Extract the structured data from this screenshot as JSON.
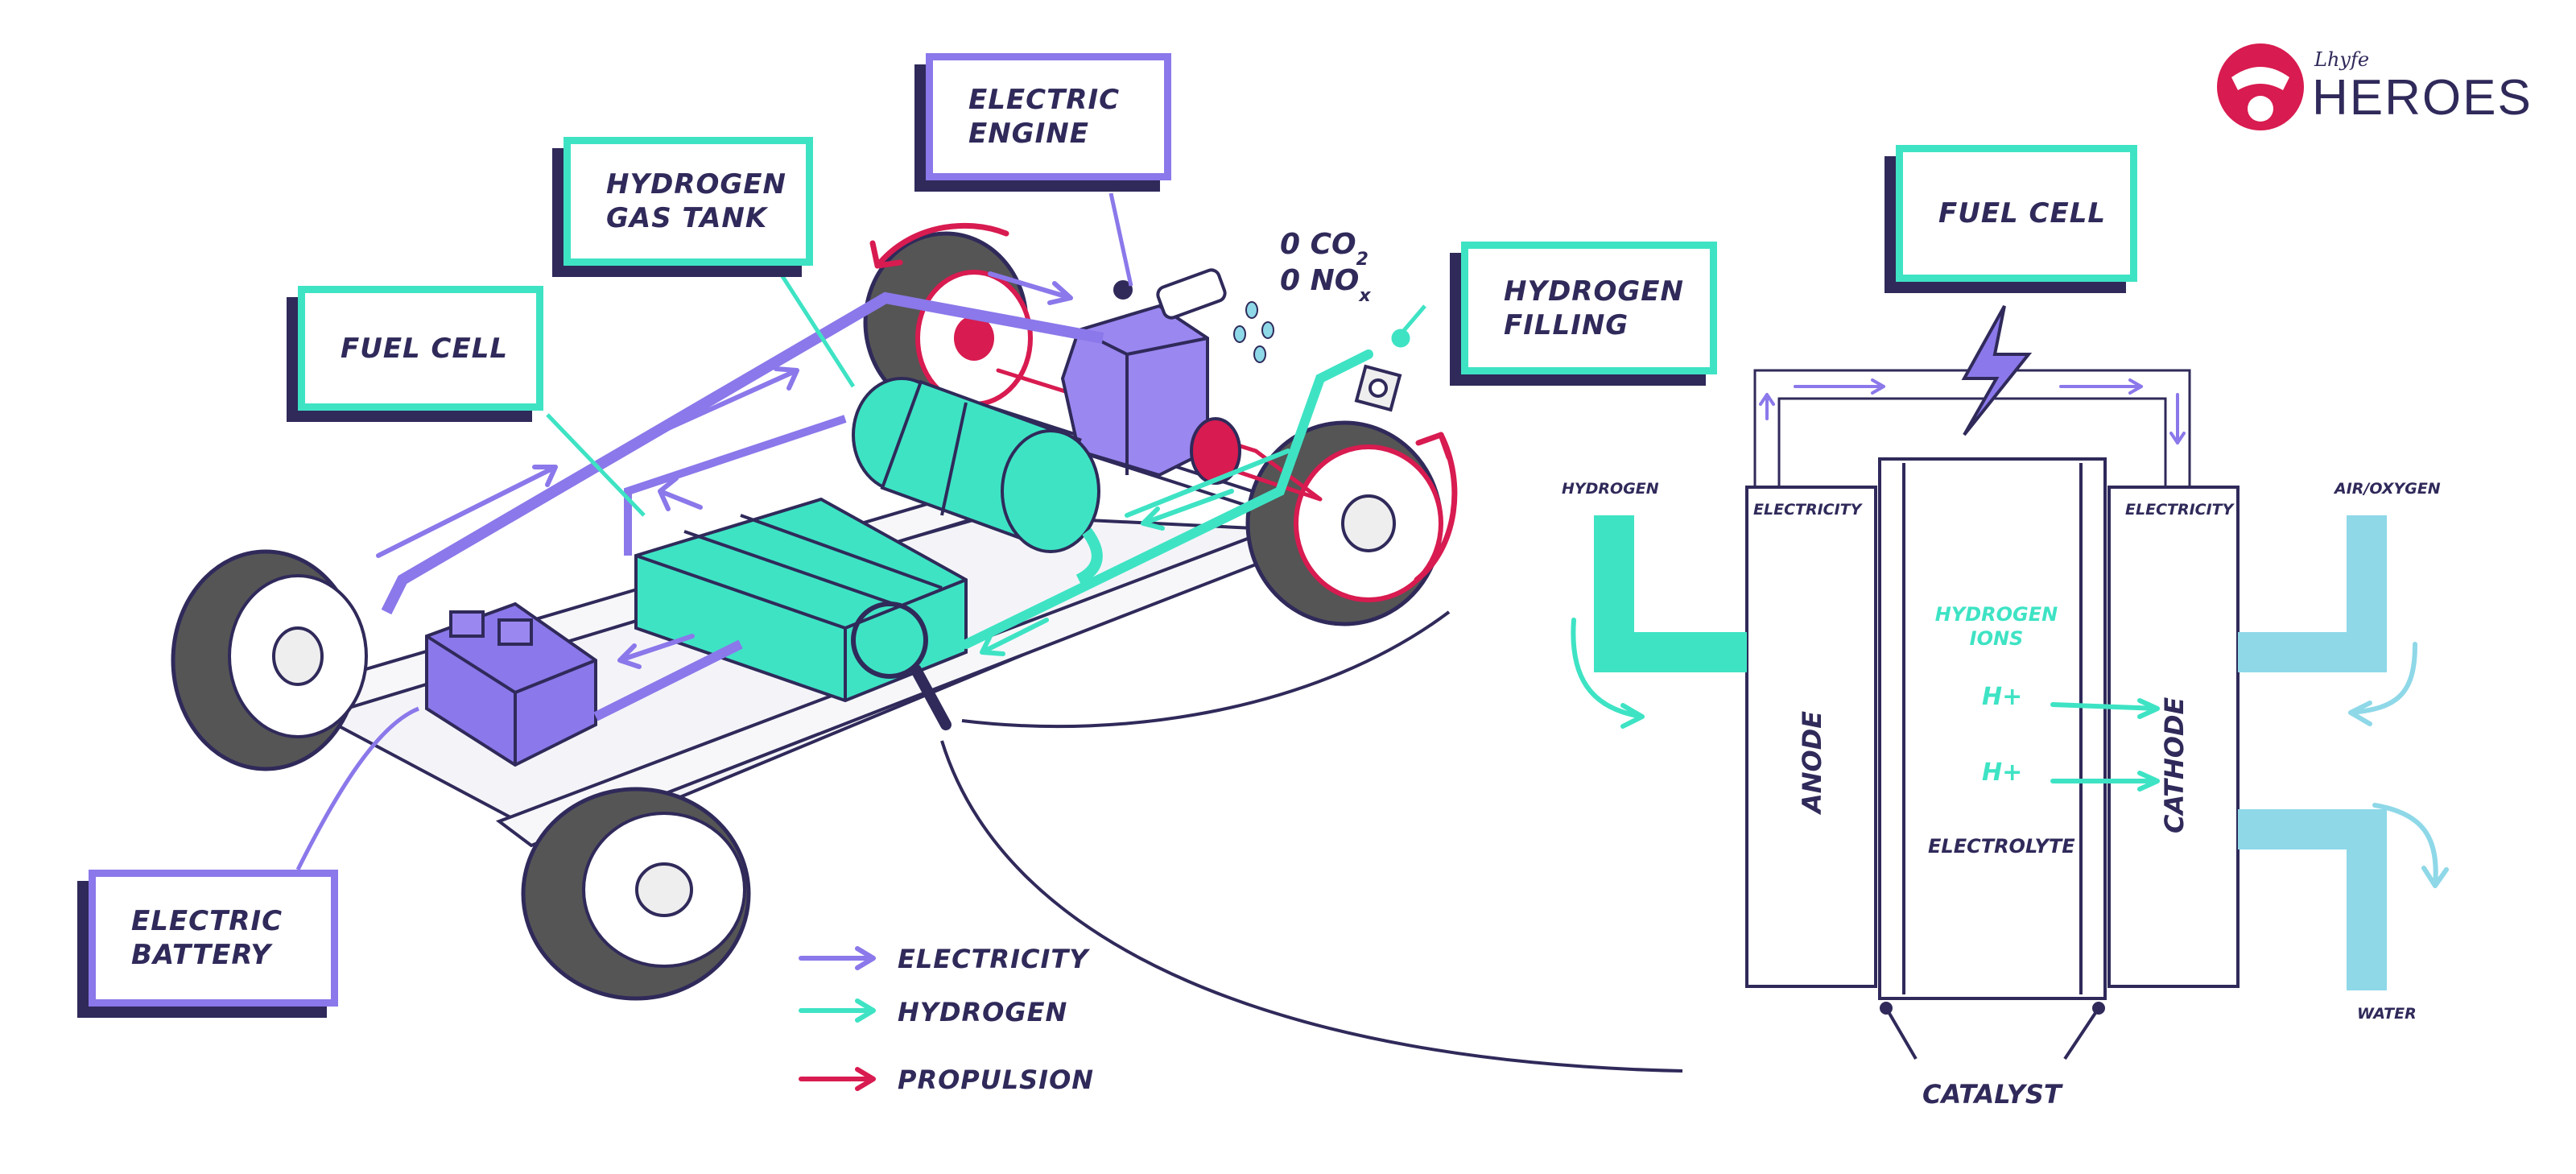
{
  "labels": {
    "electric_engine": "ELECTRIC\nENGINE",
    "hydrogen_gas_tank": "HYDROGEN\nGAS TANK",
    "fuel_cell_car": "FUEL CELL",
    "hydrogen_filling": "HYDROGEN\nFILLING",
    "electric_battery": "ELECTRIC\nBATTERY",
    "fuel_cell_diagram": "FUEL CELL"
  },
  "emissions": {
    "co2": "0 CO",
    "co2_sub": "2",
    "nox": "0 NO",
    "nox_sub": "x"
  },
  "legend": [
    {
      "label": "ELECTRICITY",
      "color": "#8b78ea"
    },
    {
      "label": "HYDROGEN",
      "color": "#3ee3c4"
    },
    {
      "label": "PROPULSION",
      "color": "#d81b50"
    }
  ],
  "cell": {
    "hydrogen": "HYDROGEN",
    "air_oxygen": "AIR/OXYGEN",
    "water": "WATER",
    "electricity_left": "ELECTRICITY",
    "electricity_right": "ELECTRICITY",
    "anode": "ANODE",
    "cathode": "CATHODE",
    "hydrogen_ions": "HYDROGEN\nIONS",
    "h_plus_1": "H+",
    "h_plus_2": "H+",
    "electrolyte": "ELECTROLYTE",
    "catalyst": "CATALYST"
  },
  "logo": {
    "small": "Lhyfe",
    "big": "HEROES"
  },
  "colors": {
    "teal": "#3ee3c4",
    "violet": "#8b78ea",
    "magenta": "#d81b50",
    "navy": "#2f2a5a",
    "light_blue": "#8ed8e8",
    "grey": "#555555"
  }
}
